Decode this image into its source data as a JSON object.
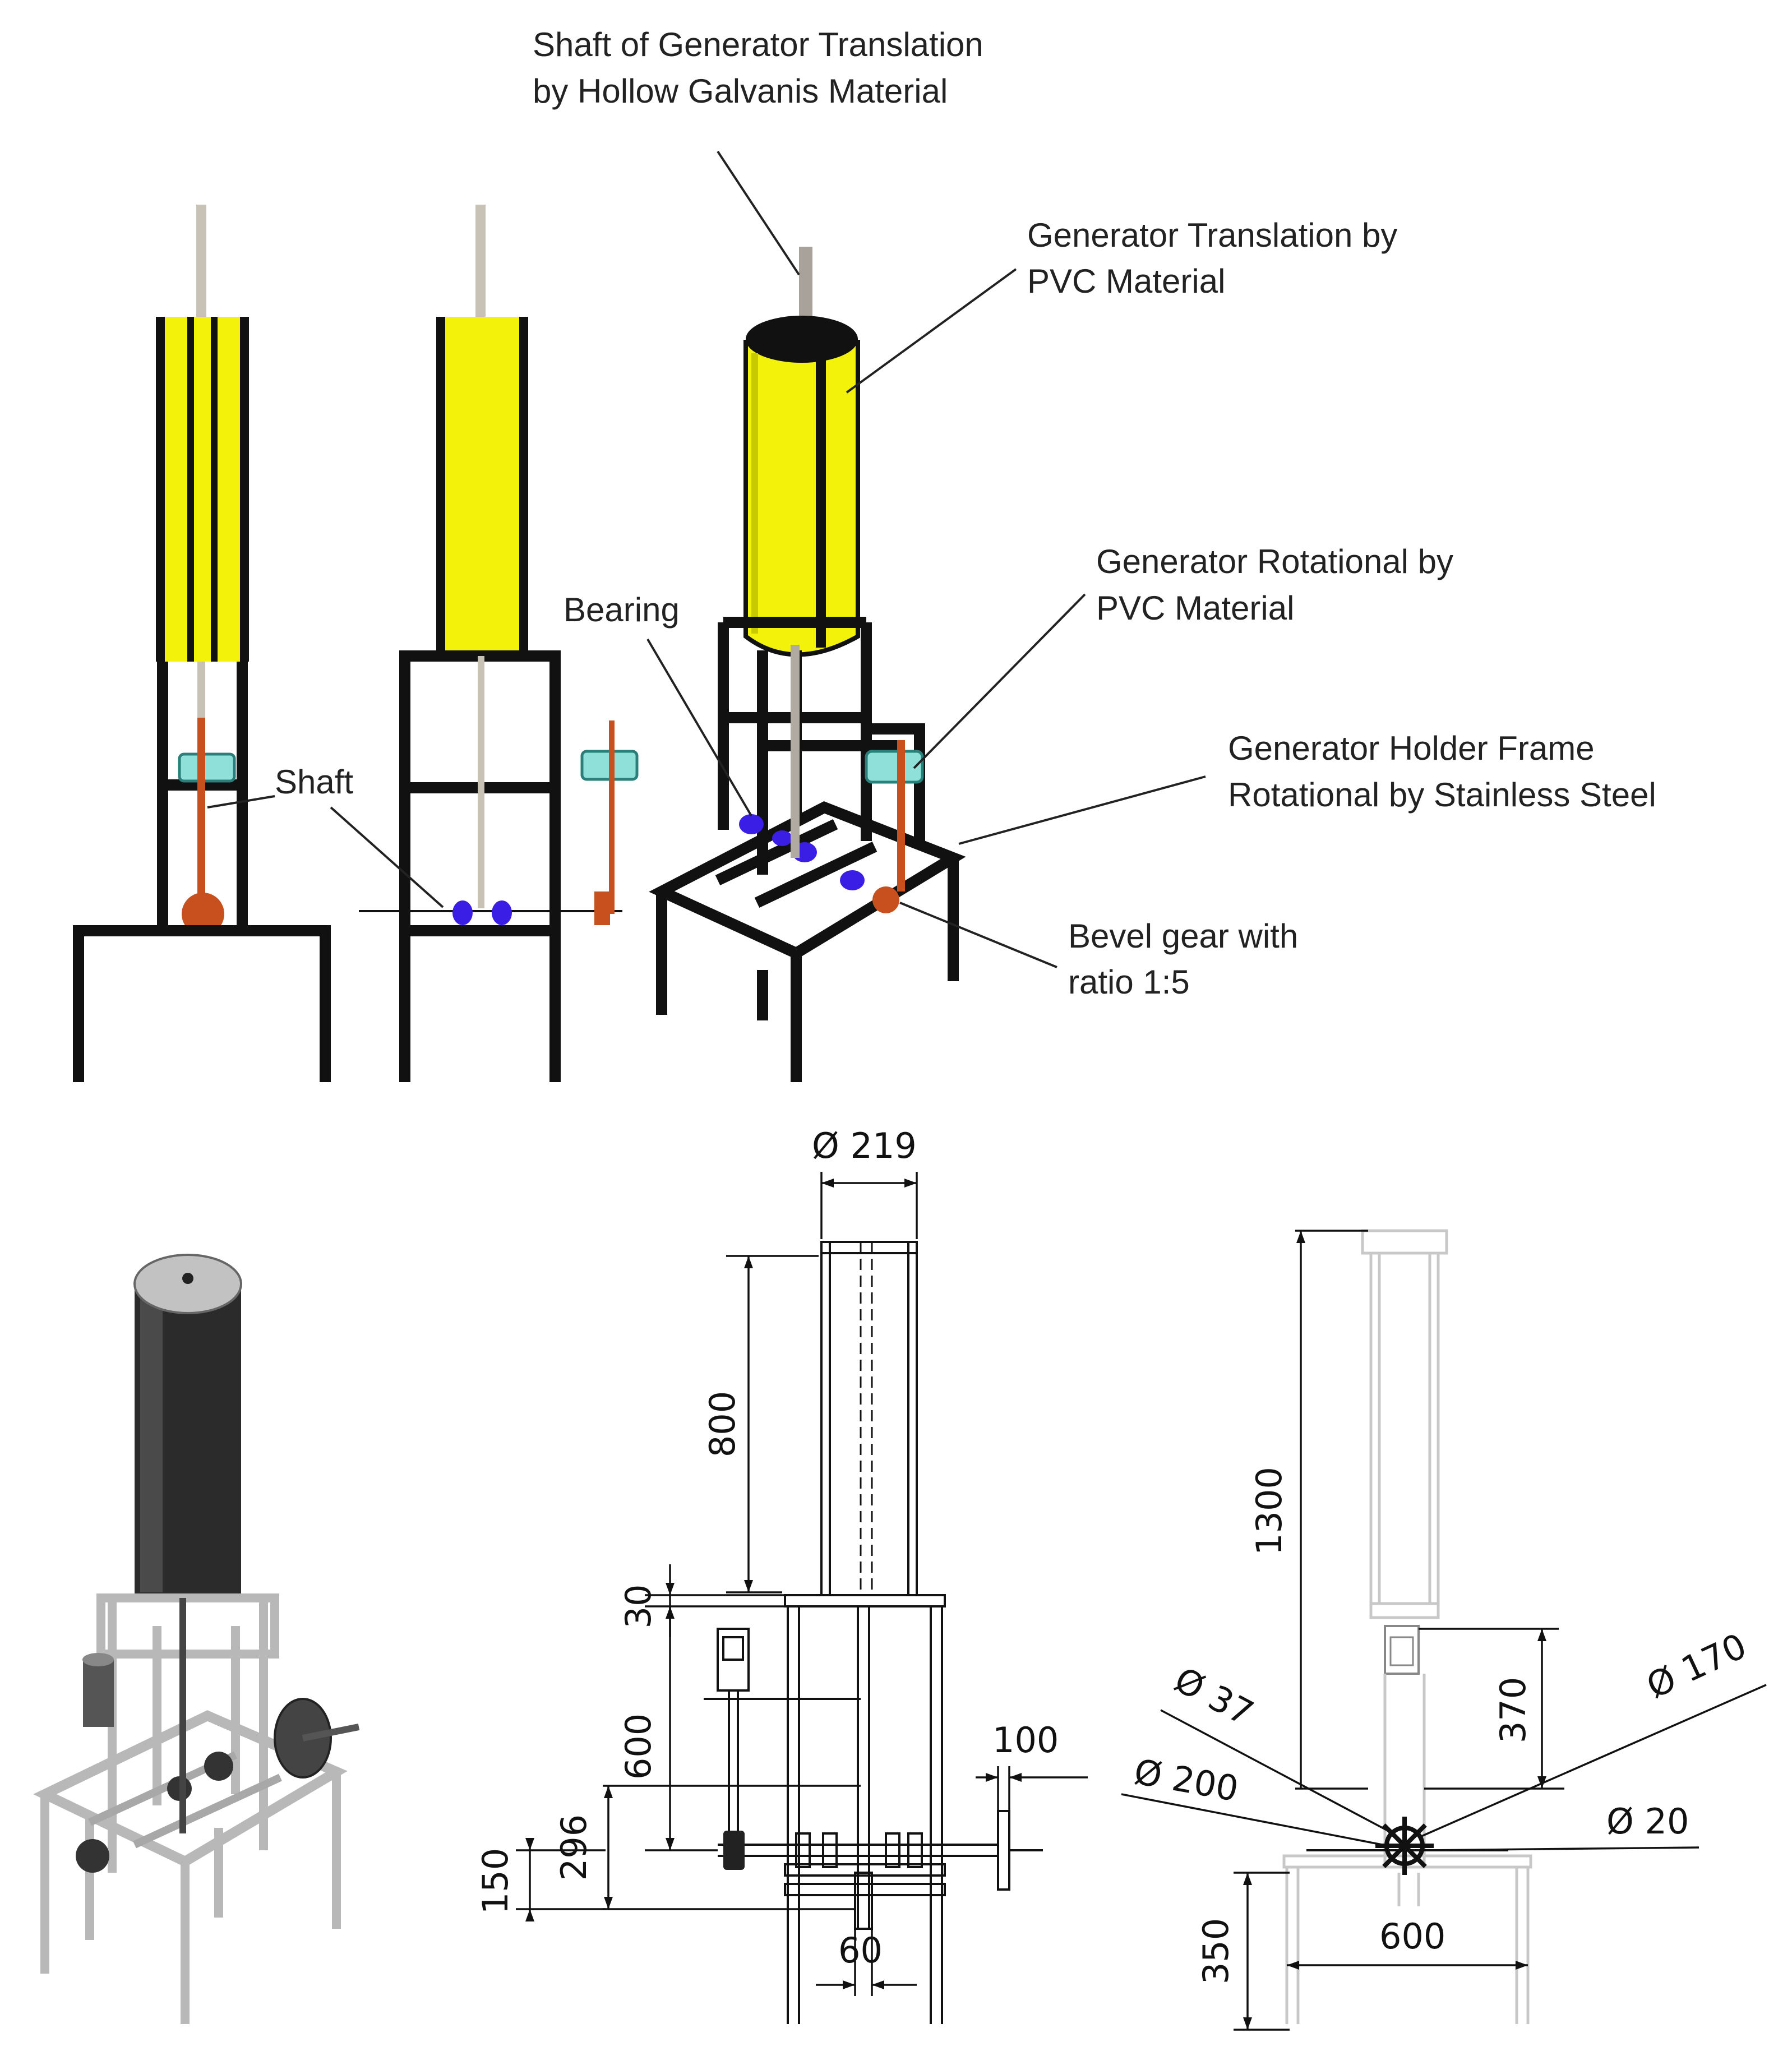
{
  "labels": {
    "shaft_translation_1": "Shaft of Generator Translation",
    "shaft_translation_2": "by Hollow Galvanis Material",
    "gen_translation_1": "Generator Translation by",
    "gen_translation_2": "PVC Material",
    "gen_rotational_1": "Generator Rotational by",
    "gen_rotational_2": "PVC Material",
    "holder_frame_1": "Generator Holder Frame",
    "holder_frame_2": "Rotational by Stainless Steel",
    "bevel_gear_1": "Bevel gear with",
    "bevel_gear_2": "ratio 1:5",
    "bearing": "Bearing",
    "shaft": "Shaft"
  },
  "dimensions": {
    "front": {
      "d219": "Ø 219",
      "h800": "800",
      "h30": "30",
      "h600": "600",
      "h296": "296",
      "h150": "150",
      "w100": "100",
      "w60": "60"
    },
    "side": {
      "h1300": "1300",
      "h370": "370",
      "h350": "350",
      "w600": "600",
      "d37": "Ø 37",
      "d170": "Ø 170",
      "d200": "Ø 200",
      "d20": "Ø 20"
    }
  },
  "colors": {
    "pvc_yellow": "#f2f20a",
    "pvc_yellow_dark": "#c9c900",
    "frame_black": "#111111",
    "rotational_teal": "#8fe0d8",
    "bevel_orange": "#c8501e",
    "bearing_blue": "#3a1ee6",
    "render_dark": "#2b2b2b",
    "render_frame_grey": "#b8b8b8"
  }
}
